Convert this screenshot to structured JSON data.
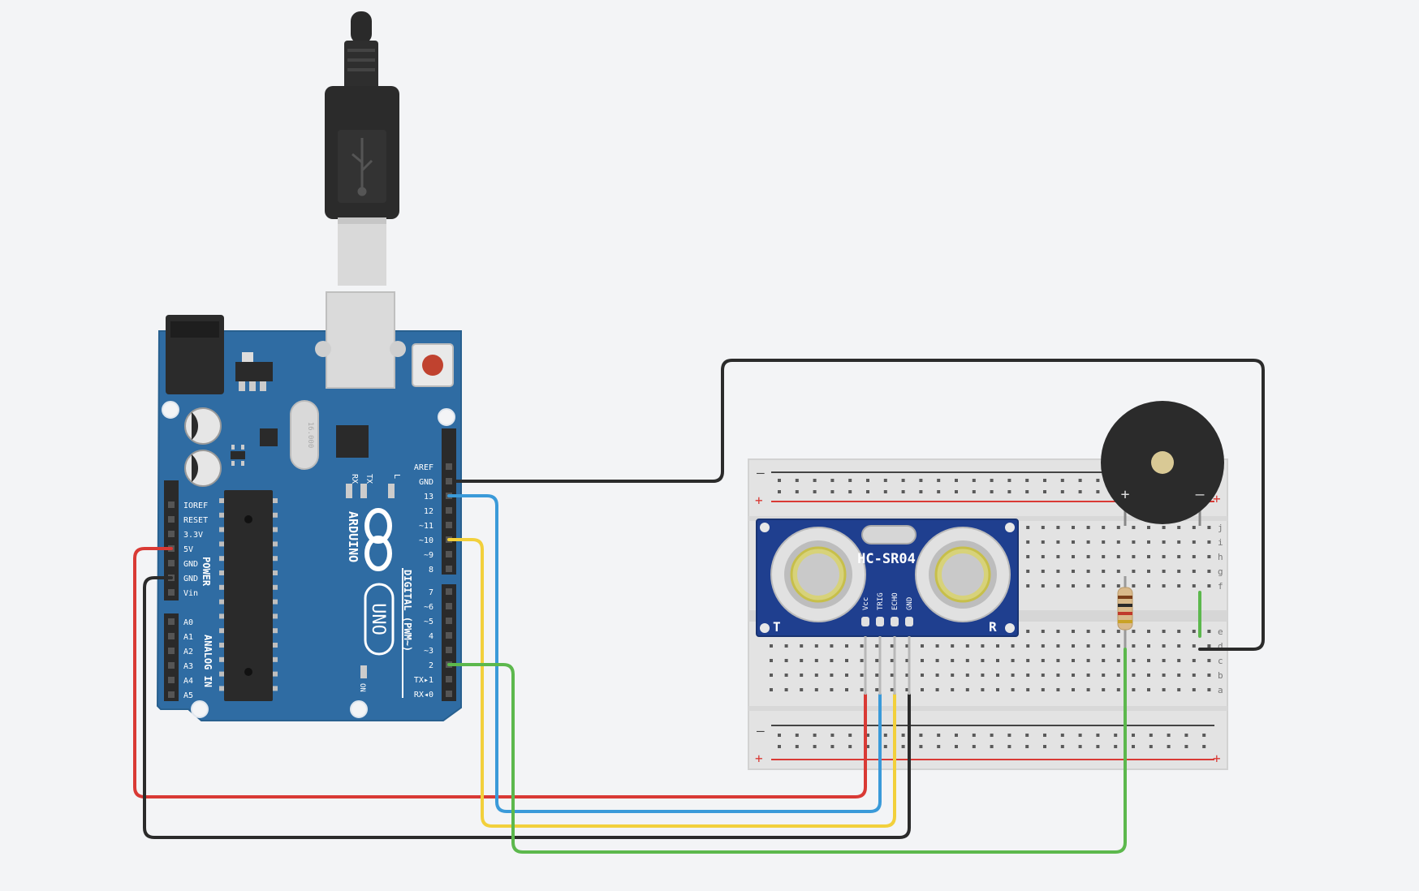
{
  "arduino": {
    "brand": "ARDUINO",
    "model": "UNO",
    "on_label": "ON",
    "tx_label": "TX",
    "rx_label": "RX",
    "l_label": "L",
    "power_label": "POWER",
    "analog_label": "ANALOG IN",
    "digital_label": "DIGITAL (PWM~)",
    "crystal_label": "16.000",
    "power_pins": [
      "IOREF",
      "RESET",
      "3.3V",
      "5V",
      "GND",
      "GND",
      "Vin"
    ],
    "analog_pins": [
      "A0",
      "A1",
      "A2",
      "A3",
      "A4",
      "A5"
    ],
    "digital_pins_top": [
      "AREF",
      "GND",
      "13",
      "12",
      "~11",
      "~10",
      "~9",
      "8"
    ],
    "digital_pins_bottom": [
      "7",
      "~6",
      "~5",
      "4",
      "~3",
      "2",
      "TX▸1",
      "RX◂0"
    ]
  },
  "sensor": {
    "name": "HC-SR04",
    "pins": [
      "Vcc",
      "TRIG",
      "ECHO",
      "GND"
    ],
    "t_label": "T",
    "r_label": "R"
  },
  "breadboard": {
    "minus": "–",
    "plus": "+",
    "row_letters_top": [
      "j",
      "i",
      "h",
      "g",
      "f"
    ],
    "row_letters_bottom": [
      "e",
      "d",
      "c",
      "b",
      "a"
    ]
  },
  "buzzer": {
    "plus": "+",
    "minus": "–"
  },
  "colors": {
    "board": "#2f6ca3",
    "wire_red": "#d93a35",
    "wire_blue": "#3a9ad9",
    "wire_yellow": "#f2d03b",
    "wire_green": "#5cb84d",
    "wire_black": "#2b2b2b"
  }
}
